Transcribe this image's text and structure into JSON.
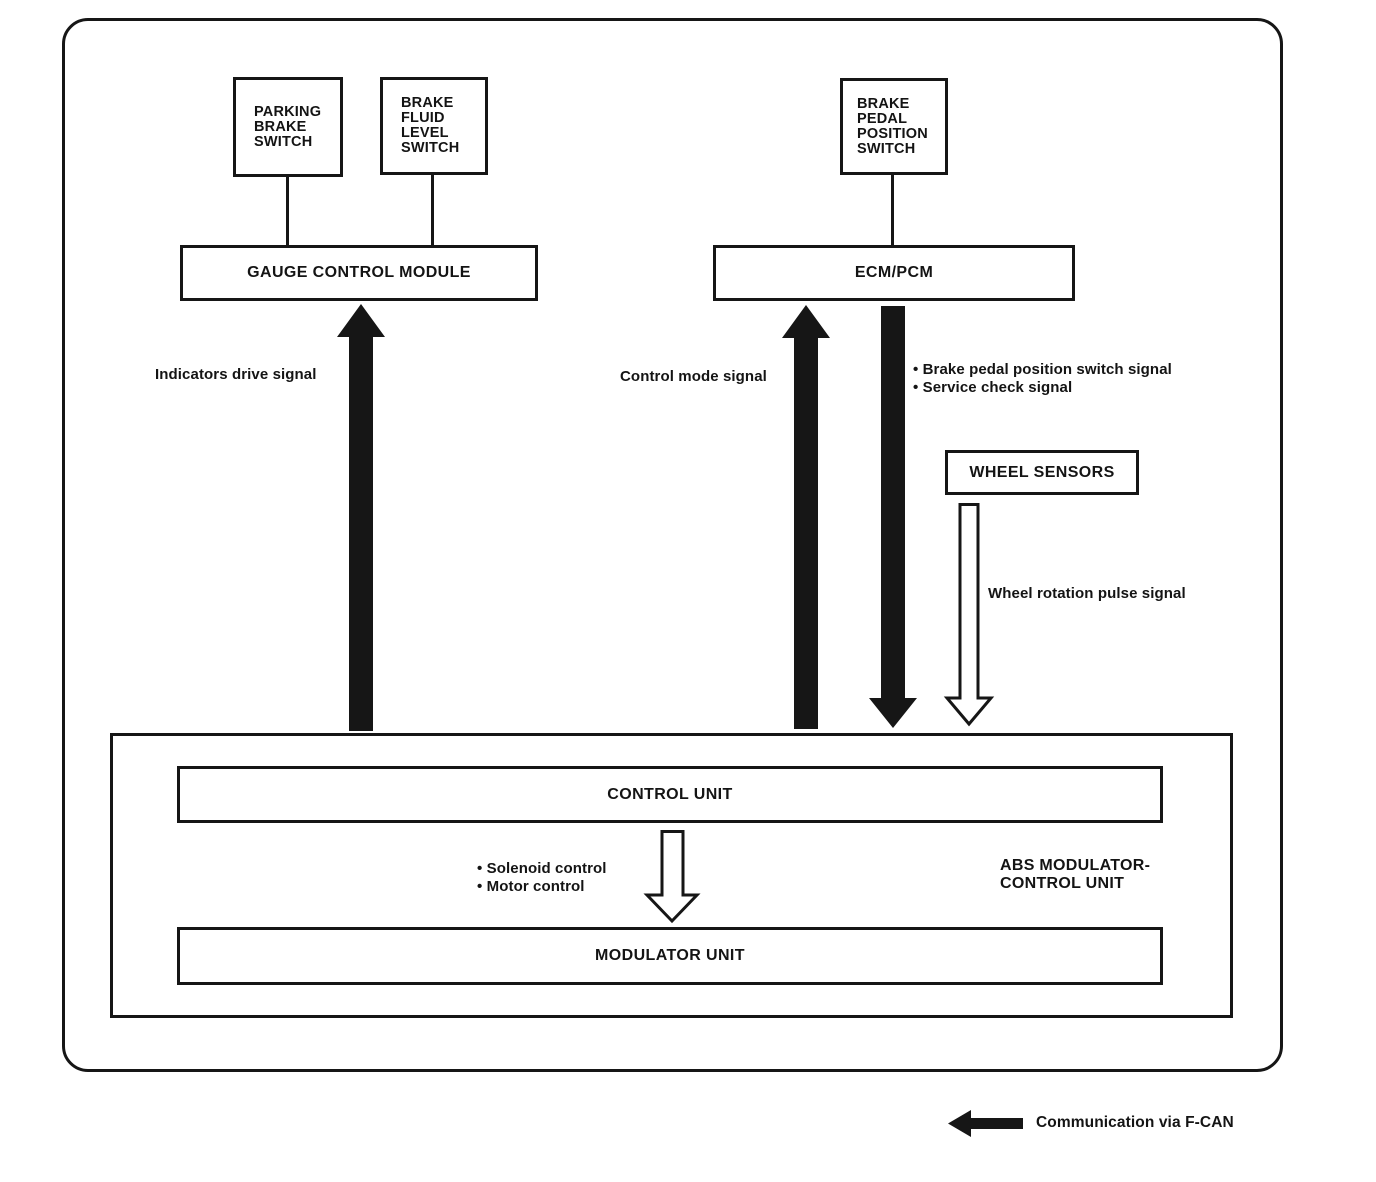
{
  "boxes": {
    "parking_brake_switch": {
      "line1": "PARKING",
      "line2": "BRAKE",
      "line3": "SWITCH"
    },
    "brake_fluid_level_switch": {
      "line1": "BRAKE",
      "line2": "FLUID",
      "line3": "LEVEL",
      "line4": "SWITCH"
    },
    "brake_pedal_position_switch": {
      "line1": "BRAKE",
      "line2": "PEDAL",
      "line3": "POSITION",
      "line4": "SWITCH"
    },
    "gauge_control_module": {
      "label": "GAUGE CONTROL MODULE"
    },
    "ecm_pcm": {
      "label": "ECM/PCM"
    },
    "wheel_sensors": {
      "label": "WHEEL SENSORS"
    },
    "control_unit": {
      "label": "CONTROL UNIT"
    },
    "modulator_unit": {
      "label": "MODULATOR UNIT"
    },
    "abs_modulator_control_unit": {
      "line1": "ABS MODULATOR-",
      "line2": "CONTROL UNIT"
    }
  },
  "signals": {
    "indicators_drive": "Indicators drive signal",
    "control_mode": "Control mode signal",
    "brake_pedal_position": "• Brake pedal position switch signal",
    "service_check": "• Service check signal",
    "wheel_rotation_pulse": "Wheel rotation pulse signal",
    "solenoid_control": "• Solenoid control",
    "motor_control": "• Motor control"
  },
  "legend": {
    "communication_fcan": "Communication via F-CAN"
  },
  "colors": {
    "line": "#161616",
    "background": "#ffffff",
    "arrow_black": "#161616",
    "arrow_white": "#ffffff"
  }
}
